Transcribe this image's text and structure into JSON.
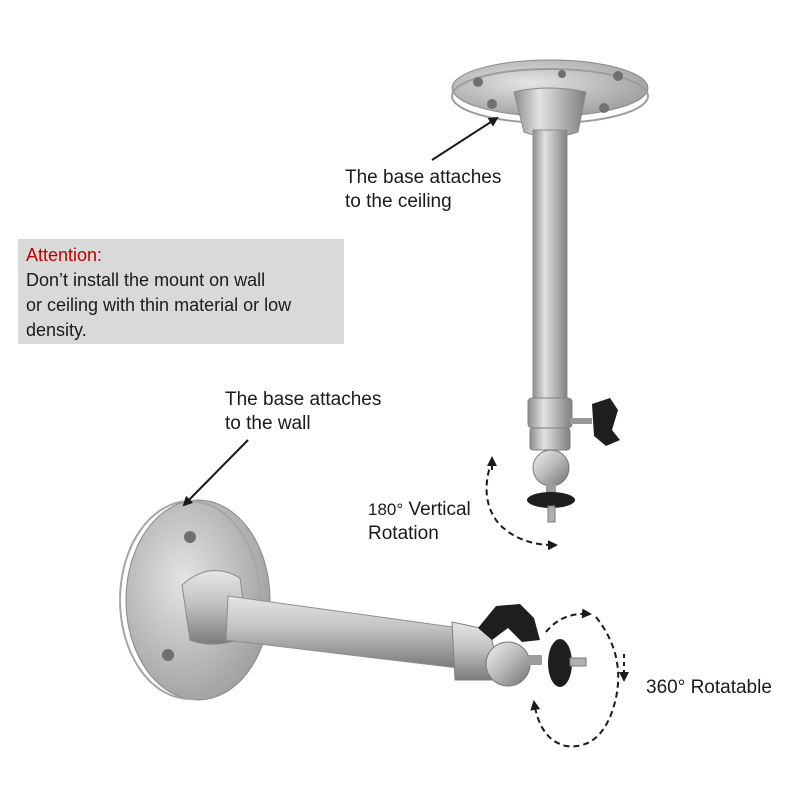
{
  "ceiling_callout": {
    "lines": [
      "The base attaches",
      "to the ceiling"
    ]
  },
  "wall_callout": {
    "lines": [
      "The base attaches",
      "to the wall"
    ]
  },
  "attention": {
    "title": "Attention:",
    "lines": [
      "Don’t install the mount on wall",
      "or ceiling with thin material or low",
      "density."
    ],
    "title_color": "#c00000",
    "box_color": "#d9d9d9"
  },
  "vertical_rotation": {
    "degree": "180°",
    "word": "Vertical",
    "line2": "Rotation"
  },
  "rotatable": {
    "label": "360° Rotatable"
  },
  "colors": {
    "metal": "#c4c4c4",
    "knob": "#1e1e1e"
  }
}
